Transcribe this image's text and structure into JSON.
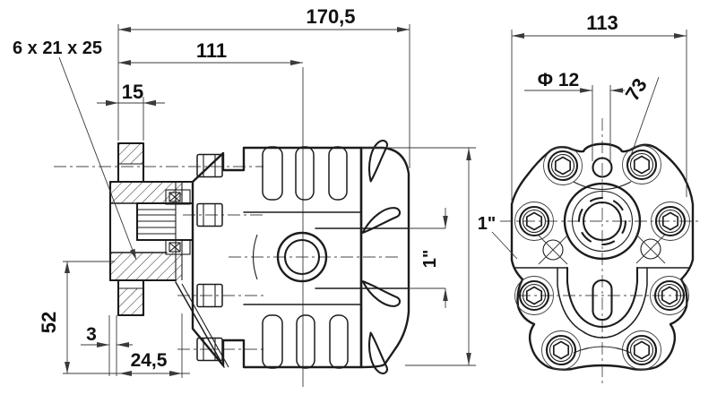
{
  "page": {
    "background": "#ffffff",
    "line_color": "#1c1c1c",
    "dim_line_color": "#3a3a3a"
  },
  "side_view": {
    "spline_callout": "6 x 21 x 25",
    "dim_overall_length": "170,5",
    "dim_to_port_center": "111",
    "dim_flange_thickness": "15",
    "dim_flange_height": "52",
    "dim_hub_protrusion": "3",
    "dim_hub_length": "24,5",
    "dim_port_size": "1\""
  },
  "front_view": {
    "dim_overall_width": "113",
    "dim_top_hole_diameter": "Φ 12",
    "dim_gear_center": "73",
    "dim_side_port_size": "1\""
  }
}
